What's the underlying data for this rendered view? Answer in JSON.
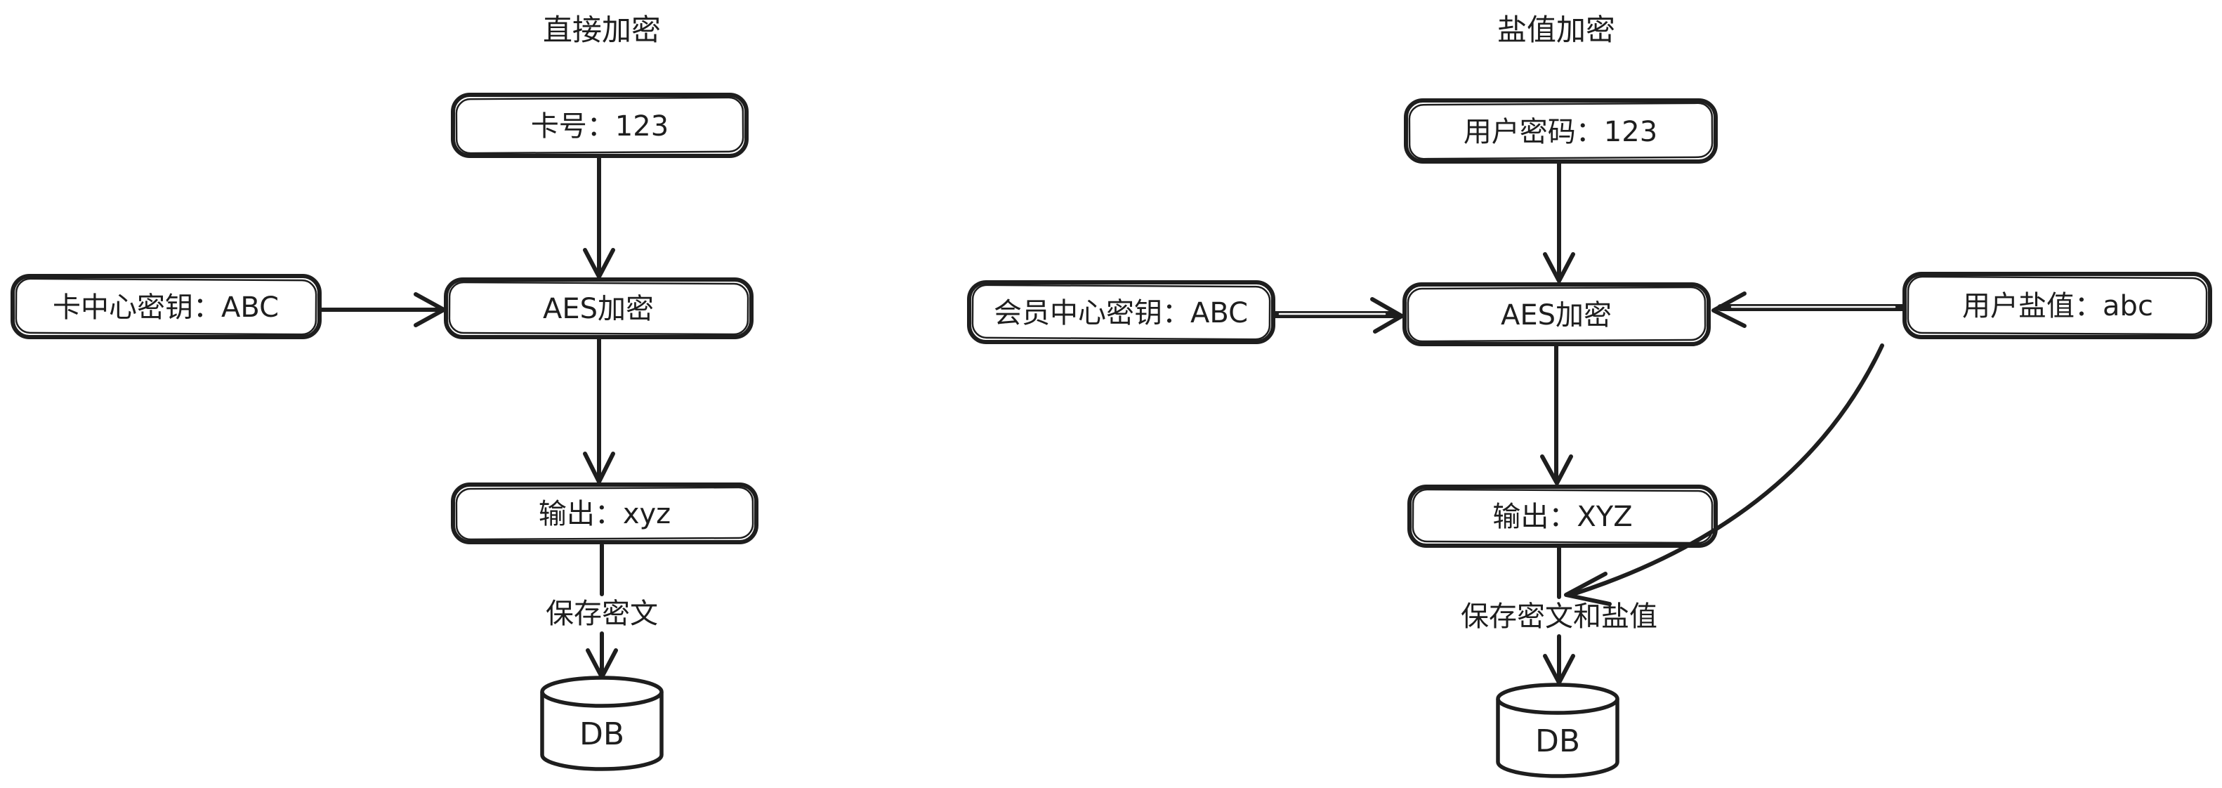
{
  "page": {
    "background": "#ffffff",
    "stroke_color": "#1e1e1e"
  },
  "left_flow": {
    "title": "直接加密",
    "input_node": "卡号：123",
    "key_node": "卡中心密钥：ABC",
    "process_node": "AES加密",
    "output_node": "输出：xyz",
    "save_label": "保存密文",
    "db_node": "DB"
  },
  "right_flow": {
    "title": "盐值加密",
    "input_node": "用户密码：123",
    "key_node": "会员中心密钥：ABC",
    "process_node": "AES加密",
    "salt_node": "用户盐值：abc",
    "output_node": "输出：XYZ",
    "save_label": "保存密文和盐值",
    "db_node": "DB"
  }
}
